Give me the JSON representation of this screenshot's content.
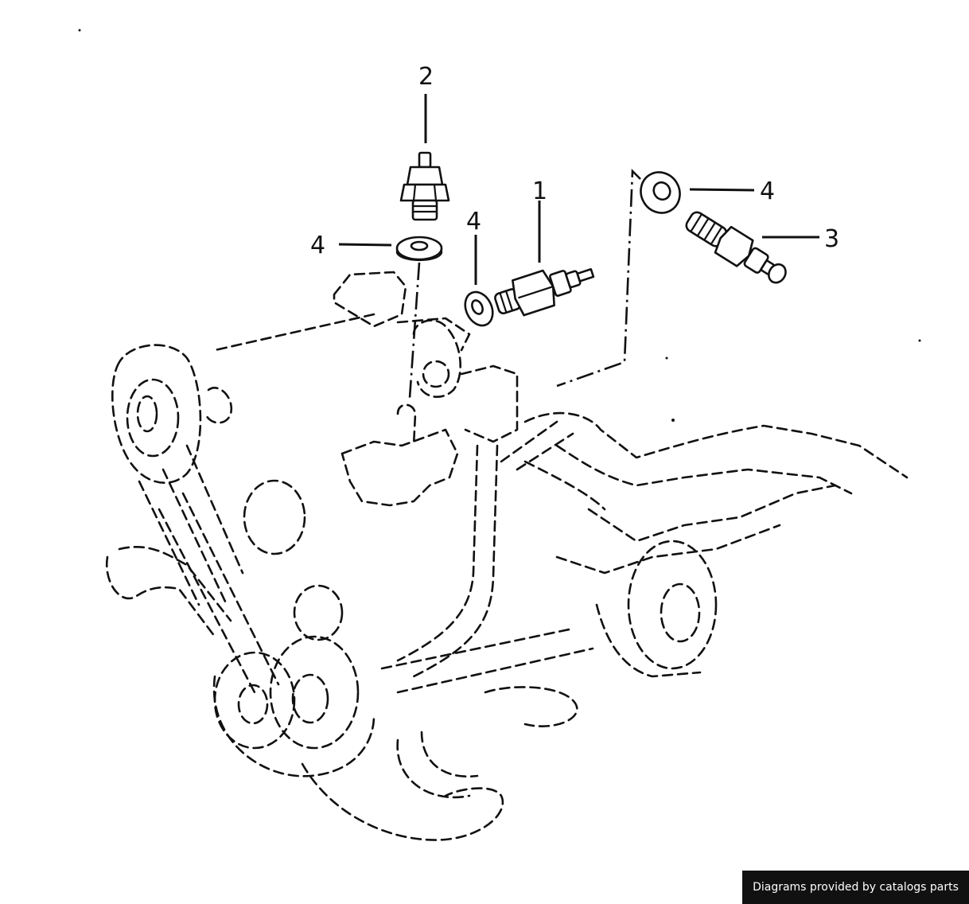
{
  "callouts": {
    "c1": "1",
    "c2": "2",
    "c3": "3",
    "c4a": "4",
    "c4b": "4",
    "c4c": "4"
  },
  "footer": {
    "credit": "Diagrams provided by catalogs parts"
  }
}
